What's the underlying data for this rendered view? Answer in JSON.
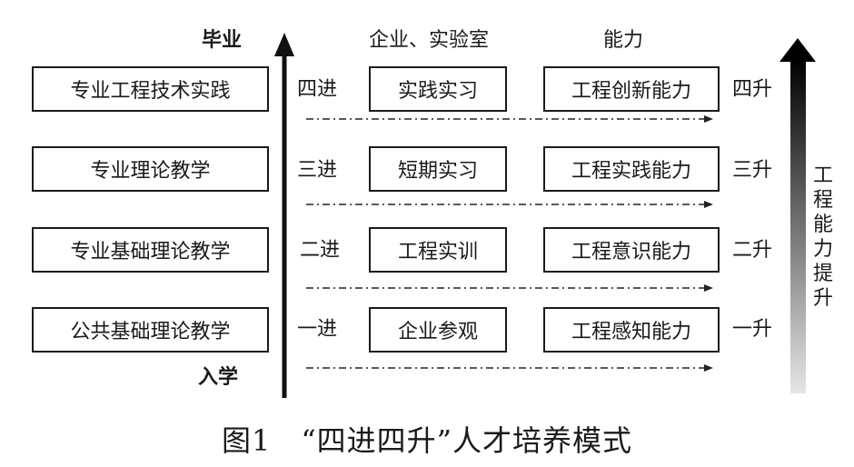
{
  "top_labels": {
    "graduate": "毕业",
    "enterprise_lab": "企业、实验室",
    "ability": "能力"
  },
  "bottom_label": "入学",
  "rows": [
    {
      "left": "专业工程技术实践",
      "advance": "四进",
      "practice": "实践实习",
      "ability": "工程创新能力",
      "rise": "四升"
    },
    {
      "left": "专业理论教学",
      "advance": "三进",
      "practice": "短期实习",
      "ability": "工程实践能力",
      "rise": "三升"
    },
    {
      "left": "专业基础理论教学",
      "advance": "二进",
      "practice": "工程实训",
      "ability": "工程意识能力",
      "rise": "二升"
    },
    {
      "left": "公共基础理论教学",
      "advance": "一进",
      "practice": "企业参观",
      "ability": "工程感知能力",
      "rise": "一升"
    }
  ],
  "right_bar_label": "工程能力提升",
  "caption": "图1　“四进四升”人才培养模式"
}
